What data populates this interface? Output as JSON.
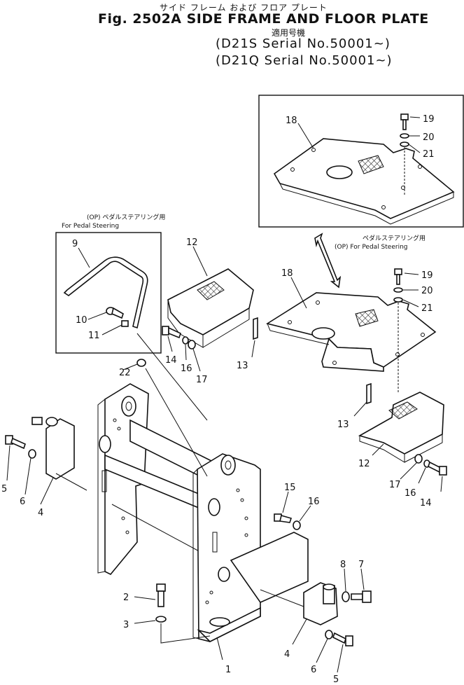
{
  "title": {
    "kana": "サイド フレーム および フロア プレート",
    "main": "Fig. 2502A SIDE FRAME AND FLOOR PLATE",
    "applicable": "適用号機",
    "serial_1": "(D21S  Serial No.50001~)",
    "serial_2": "(D21Q  Serial No.50001~)"
  },
  "notes": [
    {
      "line1": "(OP)  ペダルステアリング用",
      "line2": "For Pedal Steering"
    },
    {
      "line1": "ペダルステアリング用",
      "line2": "(OP)  For Pedal Steering"
    }
  ],
  "callouts": [
    "1",
    "2",
    "3",
    "4",
    "4",
    "5",
    "5",
    "6",
    "6",
    "7",
    "8",
    "9",
    "10",
    "11",
    "12",
    "12",
    "13",
    "13",
    "14",
    "14",
    "15",
    "16",
    "16",
    "16",
    "17",
    "17",
    "18",
    "18",
    "19",
    "19",
    "20",
    "20",
    "21",
    "21",
    "22"
  ]
}
